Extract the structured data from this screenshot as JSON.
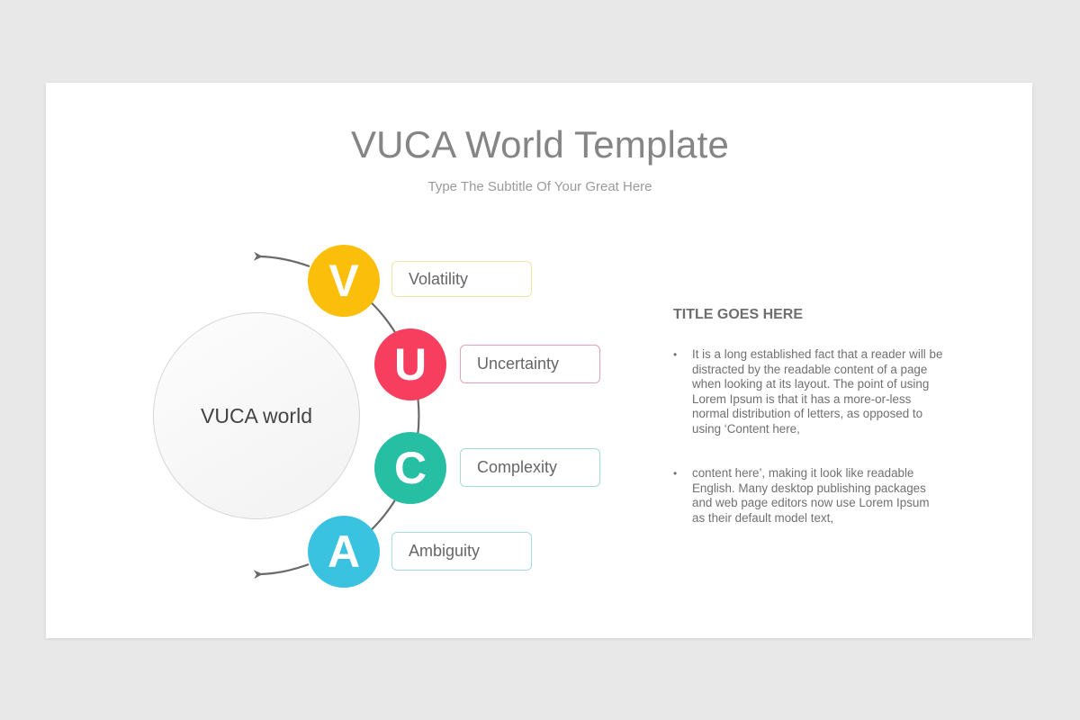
{
  "header": {
    "title": "VUCA World Template",
    "subtitle": "Type The Subtitle Of Your Great Here"
  },
  "diagram": {
    "center_label": "VUCA world",
    "items": [
      {
        "letter": "V",
        "label": "Volatility",
        "color": "#fbbf0b",
        "border": "#ede4a6"
      },
      {
        "letter": "U",
        "label": "Uncertainty",
        "color": "#f83e5f",
        "border": "#e5a2b3"
      },
      {
        "letter": "C",
        "label": "Complexity",
        "color": "#27bfa3",
        "border": "#a2ddd3"
      },
      {
        "letter": "A",
        "label": "Ambiguity",
        "color": "#3ac3e0",
        "border": "#a6dbe6"
      }
    ],
    "connector_color": "#6a6a6a"
  },
  "content": {
    "title": "TITLE GOES HERE",
    "bullets": [
      "It is a long established fact that a reader will be distracted by the readable content of a page when looking at its layout. The point of using Lorem Ipsum is that it has a more-or-less normal distribution of letters, as opposed to using ‘Content here,",
      "content here’, making it look like readable English. Many desktop publishing packages and web page editors now use Lorem Ipsum as their default model text,"
    ],
    "bullet_symbol": "•"
  }
}
